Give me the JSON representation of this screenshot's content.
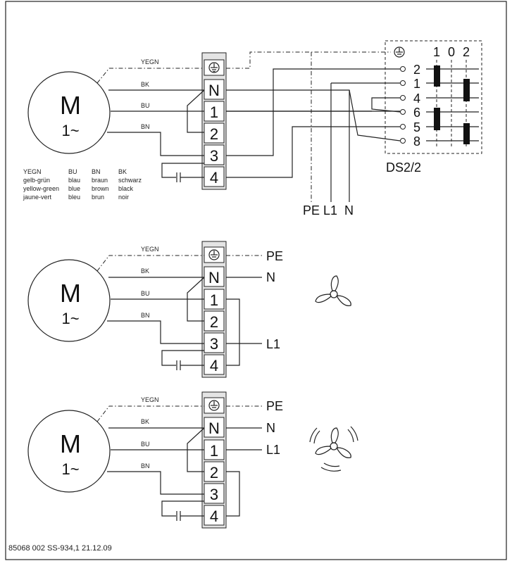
{
  "wire_labels": {
    "yegn": "YEGN",
    "bk": "BK",
    "bu": "BU",
    "bn": "BN"
  },
  "motor": {
    "letter": "M",
    "phase": "1~"
  },
  "terminals": {
    "n": "N",
    "t1": "1",
    "t2": "2",
    "t3": "3",
    "t4": "4"
  },
  "legend": {
    "columns": [
      [
        "YEGN",
        "gelb-grün",
        "yellow-green",
        "jaune-vert"
      ],
      [
        "BU",
        "blau",
        "blue",
        "bleu"
      ],
      [
        "BN",
        "braun",
        "brown",
        "brun"
      ],
      [
        "BK",
        "schwarz",
        "black",
        "noir"
      ]
    ]
  },
  "switch": {
    "name": "DS2/2",
    "positions": [
      "1",
      "0",
      "2"
    ],
    "contacts": [
      "2",
      "1",
      "4",
      "6",
      "5",
      "8"
    ]
  },
  "supply_top": {
    "pe": "PE",
    "l1": "L1",
    "n": "N"
  },
  "supply_mid": {
    "pe": "PE",
    "n": "N",
    "l1": "L1"
  },
  "supply_bot": {
    "pe": "PE",
    "n": "N",
    "l1": "L1"
  },
  "footer": "85068 002   SS-934,1   21.12.09",
  "icons": {
    "fan_low": "fan-low-speed-icon",
    "fan_high": "fan-high-speed-icon"
  }
}
